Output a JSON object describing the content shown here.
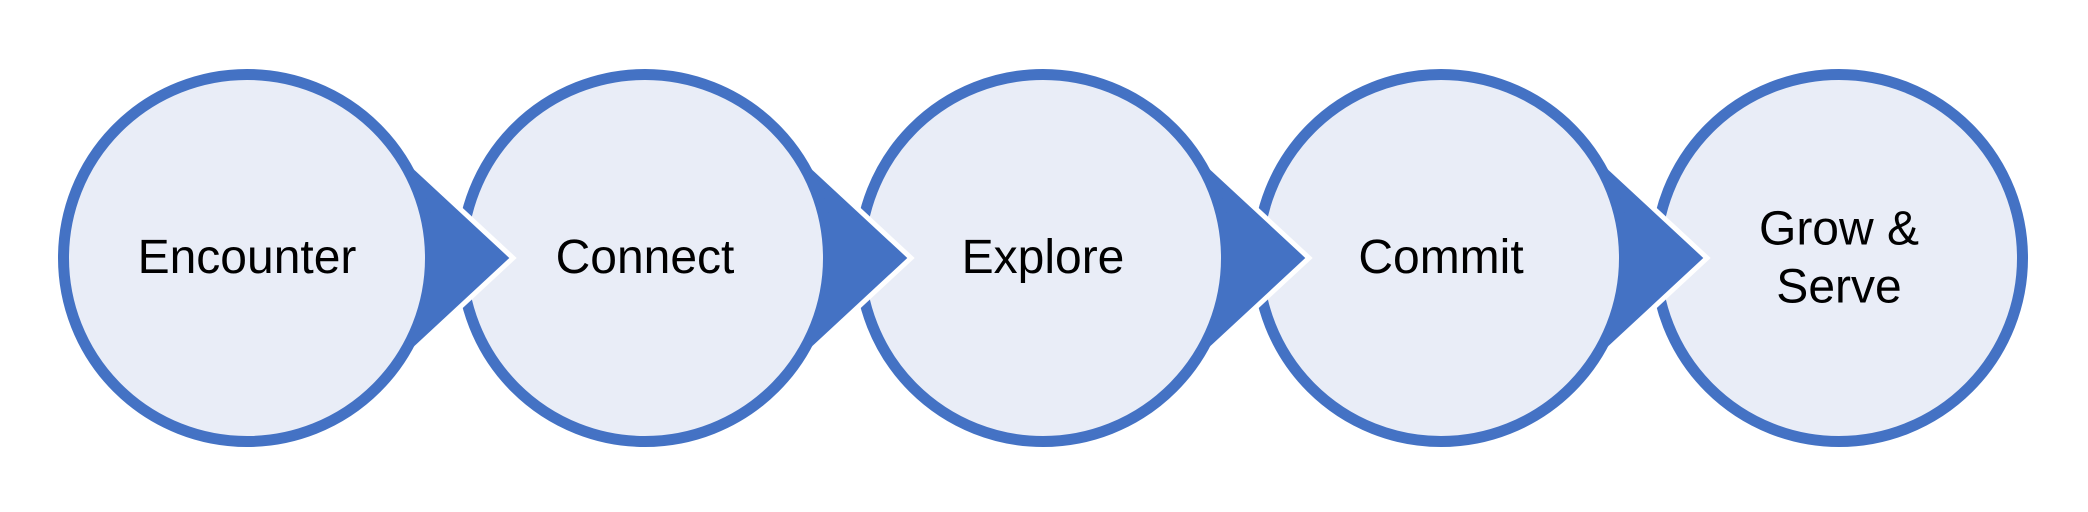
{
  "diagram": {
    "type": "horizontal-process-flow",
    "step_count": 5,
    "colors": {
      "accent": "#4472C4",
      "circle_fill": "#E9EDF7",
      "arrow_outline": "#ffffff",
      "text": "#000000",
      "background": "#ffffff"
    },
    "steps": [
      {
        "label": "Encounter"
      },
      {
        "label": "Connect"
      },
      {
        "label": "Explore"
      },
      {
        "label": "Commit"
      },
      {
        "label": "Grow & Serve"
      }
    ]
  }
}
